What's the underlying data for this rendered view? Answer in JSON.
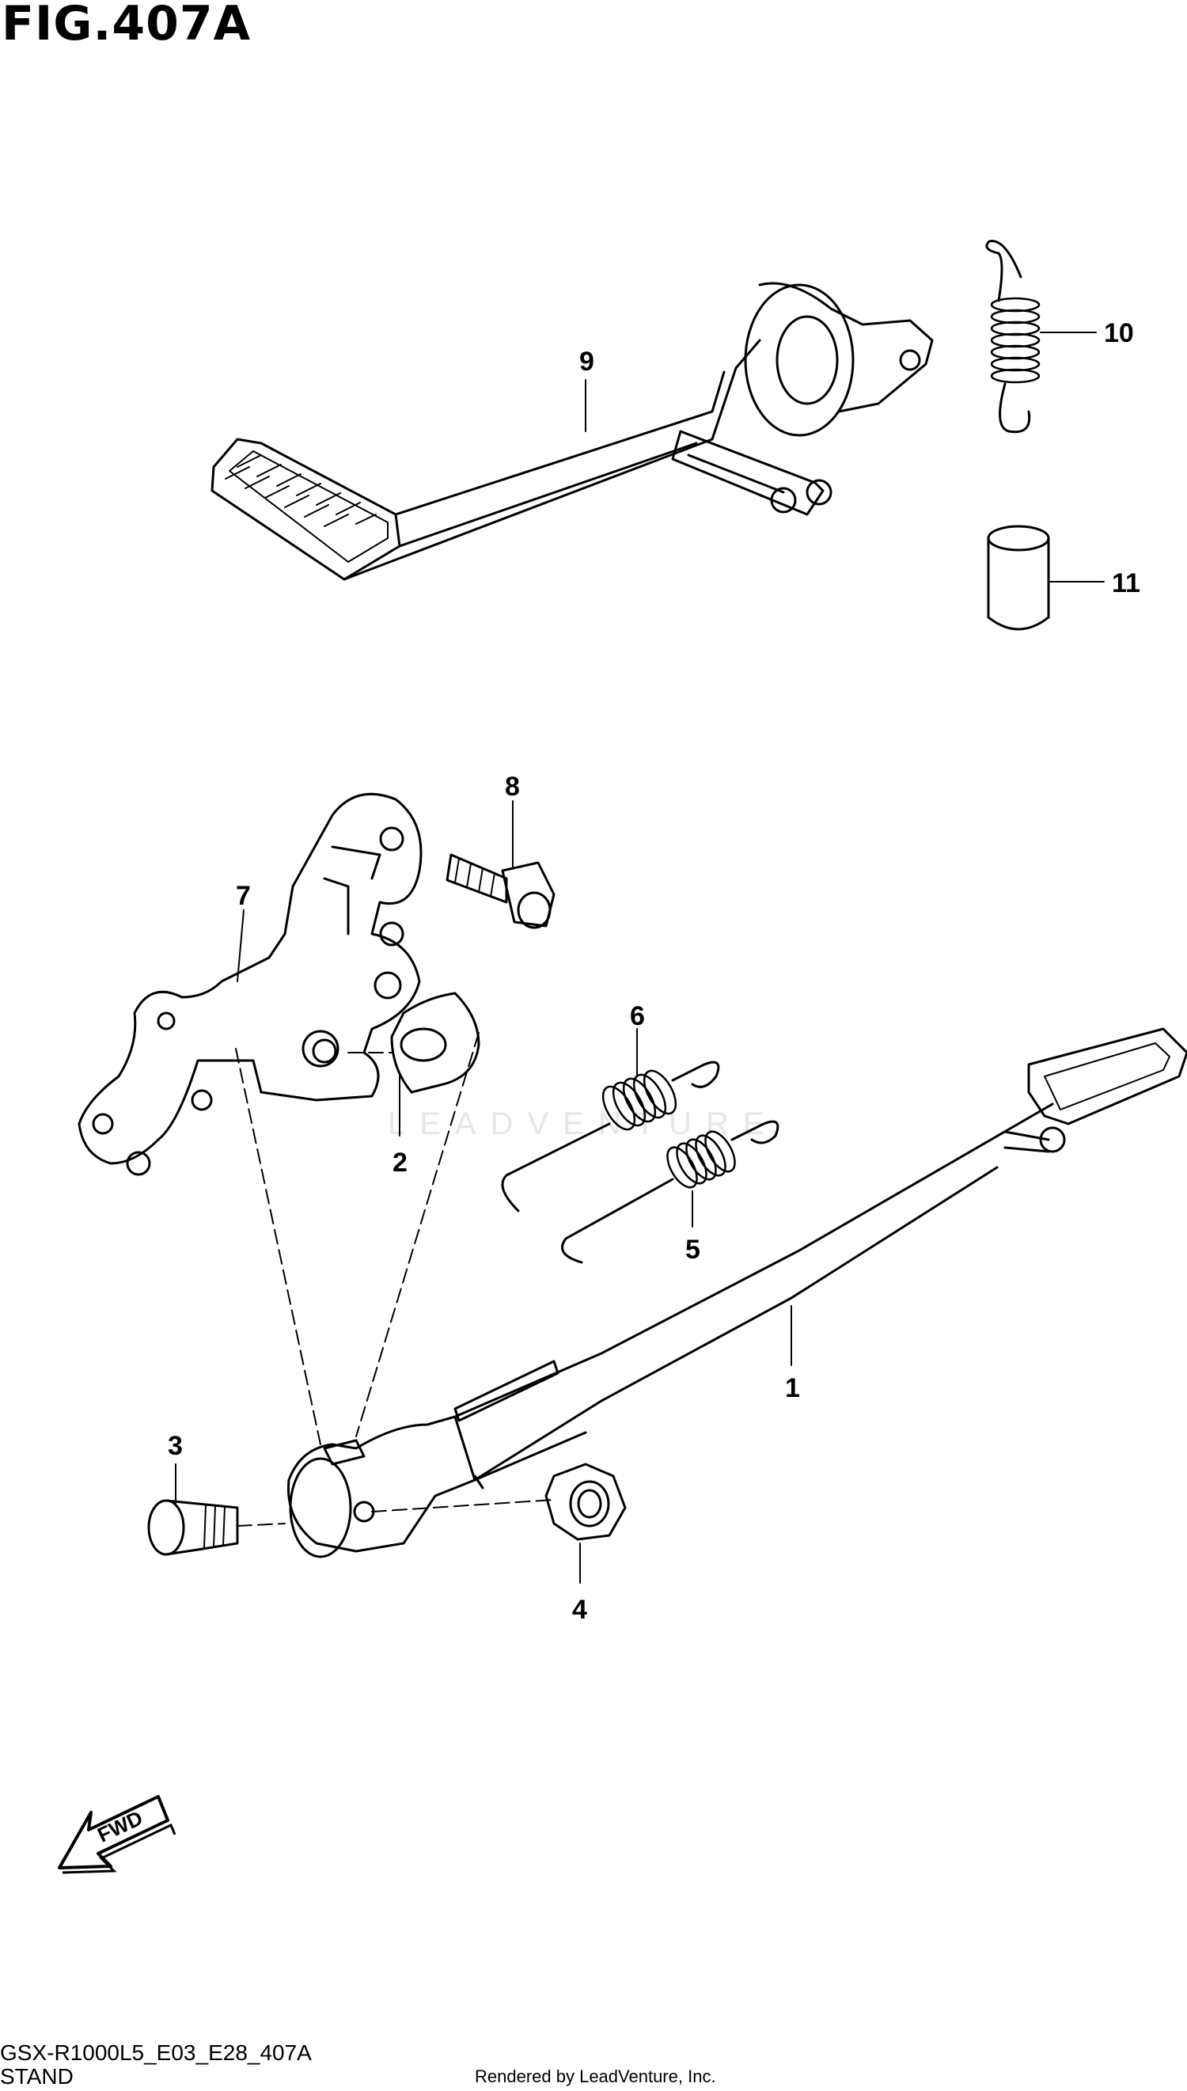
{
  "figure": {
    "title": "FIG.407A",
    "model_code": "GSX-R1000L5_E03_E28_407A",
    "section_name": "STAND",
    "render_credit": "Rendered by LeadVenture, Inc.",
    "watermark_text": "LEADVENTURE"
  },
  "callouts": [
    {
      "id": "1",
      "label": "1",
      "part": "side-stand"
    },
    {
      "id": "2",
      "label": "2",
      "part": "bushing-plate"
    },
    {
      "id": "3",
      "label": "3",
      "part": "pivot-bolt"
    },
    {
      "id": "4",
      "label": "4",
      "part": "nut"
    },
    {
      "id": "5",
      "label": "5",
      "part": "spring-inner"
    },
    {
      "id": "6",
      "label": "6",
      "part": "spring-outer"
    },
    {
      "id": "7",
      "label": "7",
      "part": "bracket"
    },
    {
      "id": "8",
      "label": "8",
      "part": "bolt"
    },
    {
      "id": "9",
      "label": "9",
      "part": "rear-brake-pedal"
    },
    {
      "id": "10",
      "label": "10",
      "part": "return-spring"
    },
    {
      "id": "11",
      "label": "11",
      "part": "collar"
    }
  ],
  "fwd_arrow": {
    "label": "FWD",
    "icon": "fwd-arrow-icon"
  },
  "colors": {
    "ink": "#000000",
    "paper": "#ffffff",
    "watermark": "#e6e6e6"
  }
}
